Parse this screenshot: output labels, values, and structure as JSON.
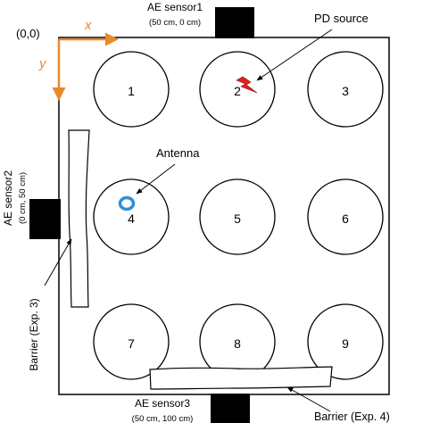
{
  "origin_label": "(0,0)",
  "axes": {
    "x_label": "x",
    "y_label": "y",
    "color": "#e8892b"
  },
  "sensors": [
    {
      "name": "AE sensor1",
      "coords": "(50 cm, 0 cm)"
    },
    {
      "name": "AE sensor2",
      "coords": "(0 cm, 50 cm)"
    },
    {
      "name": "AE sensor3",
      "coords": "(50 cm, 100 cm)"
    }
  ],
  "positions": [
    "1",
    "2",
    "3",
    "4",
    "5",
    "6",
    "7",
    "8",
    "9"
  ],
  "pd_source": {
    "label": "PD source",
    "icon": "lightning-bolt-icon",
    "color": "#e02020"
  },
  "antenna": {
    "label": "Antenna",
    "icon": "ring-icon",
    "color": "#2f8fd6"
  },
  "barriers": [
    {
      "label": "Barrier (Exp. 3)"
    },
    {
      "label": "Barrier (Exp. 4)"
    }
  ]
}
